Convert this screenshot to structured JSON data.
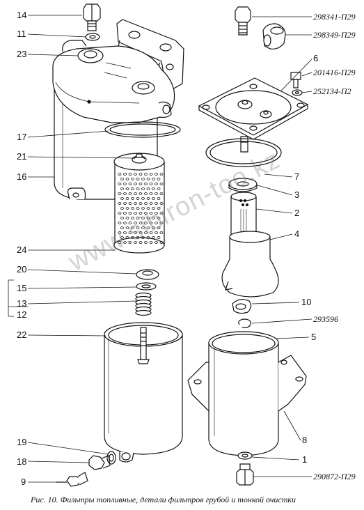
{
  "labels": {
    "n14": "14",
    "n11": "11",
    "n23": "23",
    "n17": "17",
    "n21": "21",
    "n16": "16",
    "n24": "24",
    "n20": "20",
    "n15": "15",
    "n13": "13",
    "n12": "12",
    "n22": "22",
    "n19": "19",
    "n18": "18",
    "n9": "9",
    "n6": "6",
    "n7": "7",
    "n3": "3",
    "n2": "2",
    "n4": "4",
    "n10": "10",
    "n5": "5",
    "n8": "8",
    "n1": "1",
    "p298341": "298341-П29",
    "p298349": "298349-П29",
    "p201416": "201416-П29",
    "p252134": "252134-П2",
    "p293596": "293596",
    "p290872": "290872-П29"
  },
  "caption": "Рис. 10. Фильтры топливные, детали фильтров грубой и тонкой очистки",
  "watermark": "www.sibiron-too.kz"
}
